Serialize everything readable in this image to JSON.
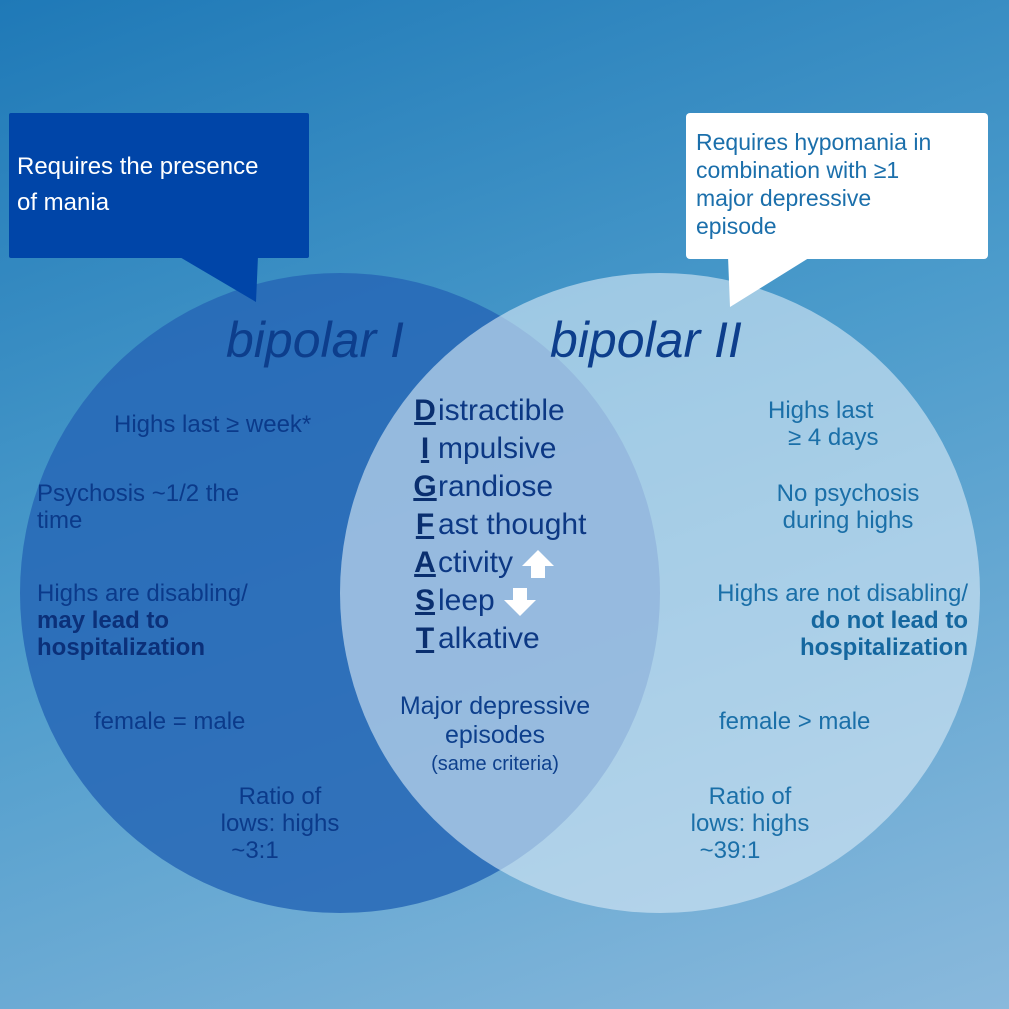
{
  "callouts": {
    "left": [
      "Requires the presence",
      "of mania"
    ],
    "right": [
      "Requires hypomania in",
      "combination with ≥1",
      "major depressive",
      "episode"
    ]
  },
  "titles": {
    "left": "bipolar I",
    "right": "bipolar II"
  },
  "bipolar1": {
    "highs_duration": "Highs last ≥ week*",
    "psychosis": [
      "Psychosis ~1/2 the",
      "time"
    ],
    "disabling": [
      "Highs are disabling/",
      "may lead to",
      "hospitalization"
    ],
    "sex_ratio": "female = male",
    "ratio": [
      "Ratio of",
      "lows: highs",
      "~3:1"
    ]
  },
  "bipolar2": {
    "highs_duration": [
      "Highs last",
      "≥ 4 days"
    ],
    "psychosis": [
      "No psychosis",
      "during highs"
    ],
    "disabling": [
      "Highs are not disabling/",
      "do not lead to",
      "hospitalization"
    ],
    "sex_ratio": "female > male",
    "ratio": [
      "Ratio of",
      "lows: highs",
      "~39:1"
    ]
  },
  "shared": {
    "mnemonic": [
      {
        "letter": "D",
        "rest": "istractible"
      },
      {
        "letter": "I",
        "rest": "mpulsive"
      },
      {
        "letter": "G",
        "rest": "randiose"
      },
      {
        "letter": "F",
        "rest": "ast thought"
      },
      {
        "letter": "A",
        "rest": "ctivity"
      },
      {
        "letter": "S",
        "rest": "leep"
      },
      {
        "letter": "T",
        "rest": "alkative"
      }
    ],
    "depressive": [
      "Major depressive",
      "episodes"
    ],
    "criteria": "(same criteria)"
  },
  "icons": {
    "activity": "arrow-up-icon",
    "sleep": "arrow-down-icon"
  },
  "colors": {
    "left_circle": "#2767b6",
    "right_circle": "#bcd8ec",
    "callout_left": "#0045a8",
    "callout_right": "#ffffff",
    "left_text": "#0b3a8a",
    "right_text": "#1a6fa8"
  }
}
